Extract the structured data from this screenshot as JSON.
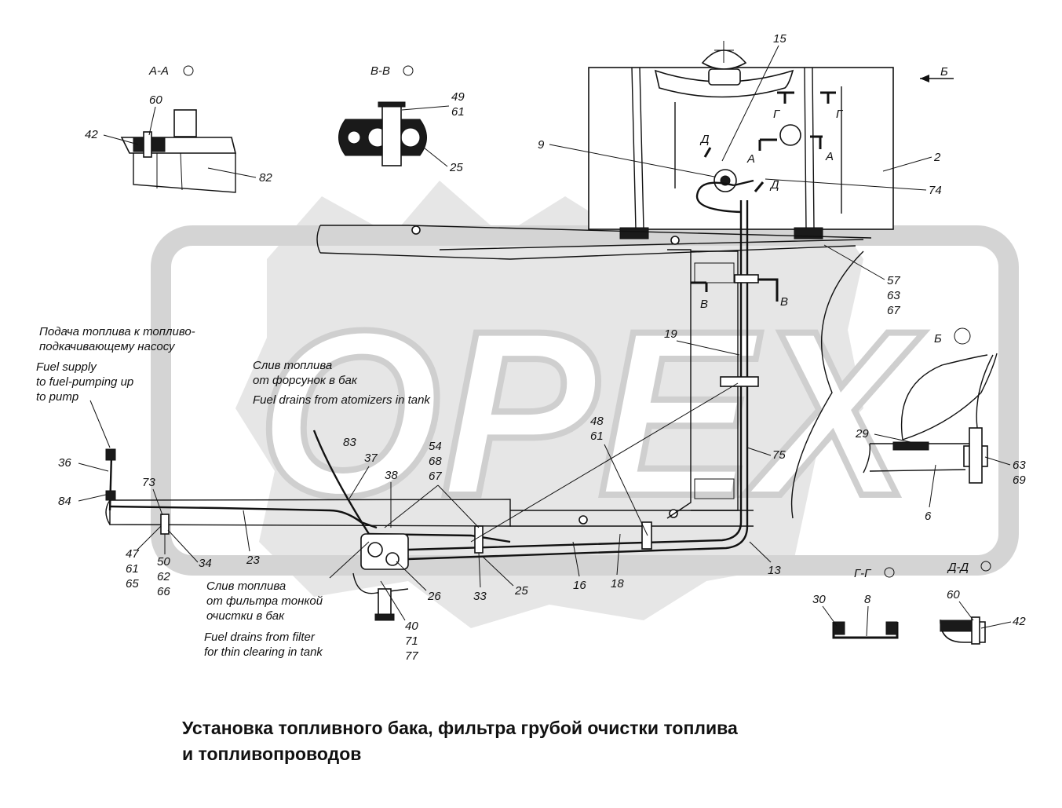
{
  "watermark": {
    "text": "OPEX",
    "color": "#d9d9d9"
  },
  "title": {
    "line1": "Установка топливного бака, фильтра грубой очистки топлива",
    "line2": "и топливопроводов"
  },
  "sections": {
    "aa": "А-А",
    "vv": "В-В",
    "gg": "Г-Г",
    "dd": "Д-Д",
    "b_view": "Б"
  },
  "view_marks": {
    "b_arrow": "Б",
    "g1": "Г",
    "g2": "Г",
    "a1": "А",
    "a2": "А",
    "d1": "Д",
    "d2": "Д",
    "v1": "В",
    "v2": "В"
  },
  "captions": {
    "supply_ru_1": "Подача топлива к топливо-",
    "supply_ru_2": "подкачивающему насосу",
    "supply_en_1": "Fuel supply",
    "supply_en_2": "to fuel-pumping up",
    "supply_en_3": "to pump",
    "drain_atom_ru_1": "Слив топлива",
    "drain_atom_ru_2": "от форсунок в бак",
    "drain_atom_en": "Fuel drains from atomizers in tank",
    "drain_filter_ru_1": "Слив топлива",
    "drain_filter_ru_2": "от фильтра тонкой",
    "drain_filter_ru_3": "очистки в бак",
    "drain_filter_en_1": "Fuel drains from filter",
    "drain_filter_en_2": "for thin clearing in tank"
  },
  "callouts": {
    "c15": "15",
    "c9": "9",
    "c2": "2",
    "c74": "74",
    "c57": "57",
    "c63a": "63",
    "c67a": "67",
    "c19": "19",
    "c75": "75",
    "c13": "13",
    "c48": "48",
    "c61a": "61",
    "c54": "54",
    "c68": "68",
    "c67b": "67",
    "c83": "83",
    "c37": "37",
    "c38": "38",
    "c36": "36",
    "c84": "84",
    "c73": "73",
    "c47": "47",
    "c61b": "61",
    "c65": "65",
    "c50": "50",
    "c62": "62",
    "c66": "66",
    "c34": "34",
    "c23": "23",
    "c26": "26",
    "c33": "33",
    "c25a": "25",
    "c16": "16",
    "c18": "18",
    "c40": "40",
    "c71": "71",
    "c77": "77",
    "c60a": "60",
    "c42a": "42",
    "c82": "82",
    "c49": "49",
    "c61c": "61",
    "c25b": "25",
    "c29": "29",
    "c63b": "63",
    "c69": "69",
    "c6": "6",
    "c30": "30",
    "c8": "8",
    "c60b": "60",
    "c42b": "42"
  }
}
